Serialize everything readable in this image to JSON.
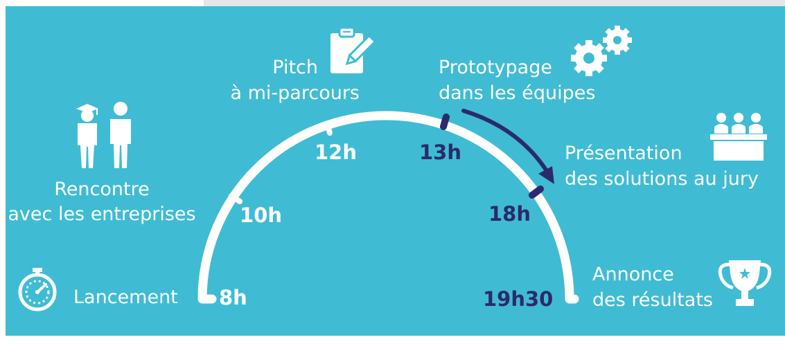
{
  "milestones": {
    "lancement": "Lancement",
    "rencontre_line1": "Rencontre",
    "rencontre_line2": "avec les entreprises",
    "pitch_line1": "Pitch",
    "pitch_line2": "à mi-parcours",
    "prototypage_line1": "Prototypage",
    "prototypage_line2": "dans les équipes",
    "presentation_line1": "Présentation",
    "presentation_line2": "des solutions au jury",
    "annonce_line1": "Annonce",
    "annonce_line2": "des résultats"
  },
  "times": {
    "t8": "8h",
    "t10": "10h",
    "t12": "12h",
    "t13": "13h",
    "t18": "18h",
    "t1930": "19h30"
  },
  "icons": [
    "stopwatch-icon",
    "people-icon",
    "clipboard-pencil-icon",
    "gears-icon",
    "jury-table-icon",
    "trophy-icon"
  ],
  "colors": {
    "background": "#3fbcd3",
    "foreground": "#ffffff",
    "accent_dark": "#2b2a6e"
  }
}
